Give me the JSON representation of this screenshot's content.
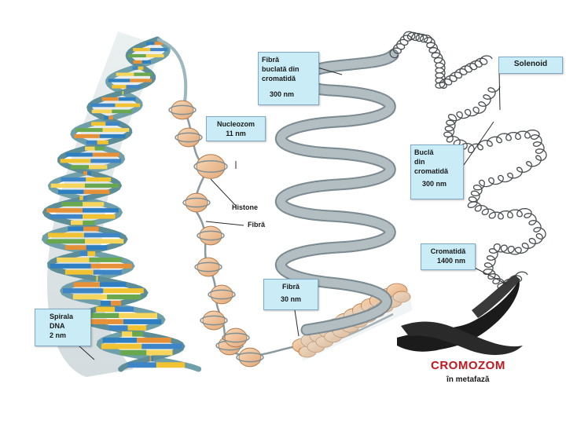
{
  "labels": {
    "fibra_buclata": [
      "Fibră",
      "buclată din",
      "cromatidă",
      "300 nm"
    ],
    "solenoid": [
      "Solenoid"
    ],
    "nucleozom": [
      "Nucleozom",
      "11 nm"
    ],
    "bucla_cromatida": [
      "Buclă",
      "din",
      "cromatidă",
      "300 nm"
    ],
    "histone": "Histone",
    "fibra_simpla": "Fibră",
    "cromatida": [
      "Cromatidă",
      "1400 nm"
    ],
    "fibra_30": [
      "Fibră",
      "30 nm"
    ],
    "spirala_adn": [
      "Spirala",
      "DNA",
      "2 nm"
    ]
  },
  "chromosome_title": "CROMOZOM",
  "chromosome_subtitle": "în metafază",
  "colors": {
    "label_bg": "#c9ecf6",
    "helix_strand": "#6f9fa8",
    "nucleosome": "#f2c49a",
    "fiber": "#9aa7ad",
    "chromosome": "#1b1b1b",
    "title_red": "#c0181f"
  }
}
